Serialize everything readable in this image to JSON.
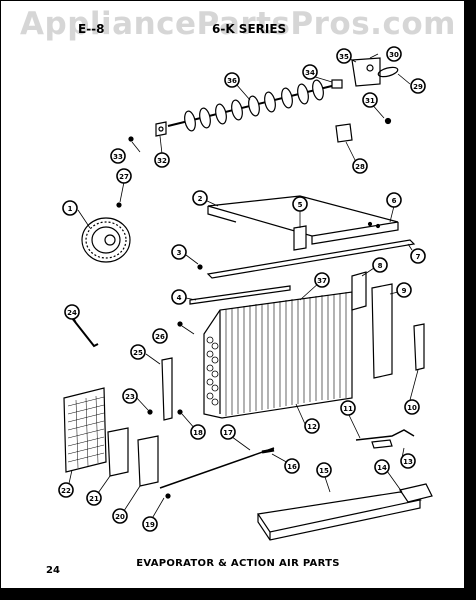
{
  "watermark": "AppliancePartsPros.com",
  "header": {
    "left": "E--8",
    "right": "6-K SERIES"
  },
  "footer": {
    "page_number": "24",
    "title": "EVAPORATOR & ACTION AIR PARTS"
  },
  "callouts": [
    "1",
    "2",
    "3",
    "4",
    "5",
    "6",
    "7",
    "8",
    "9",
    "10",
    "11",
    "12",
    "13",
    "14",
    "15",
    "16",
    "17",
    "18",
    "19",
    "20",
    "21",
    "22",
    "23",
    "24",
    "25",
    "26",
    "27",
    "28",
    "29",
    "30",
    "31",
    "32",
    "33",
    "34",
    "35",
    "36",
    "37"
  ],
  "colors": {
    "ink": "#000000",
    "paper": "#ffffff",
    "watermark": "#c8c8c8"
  }
}
